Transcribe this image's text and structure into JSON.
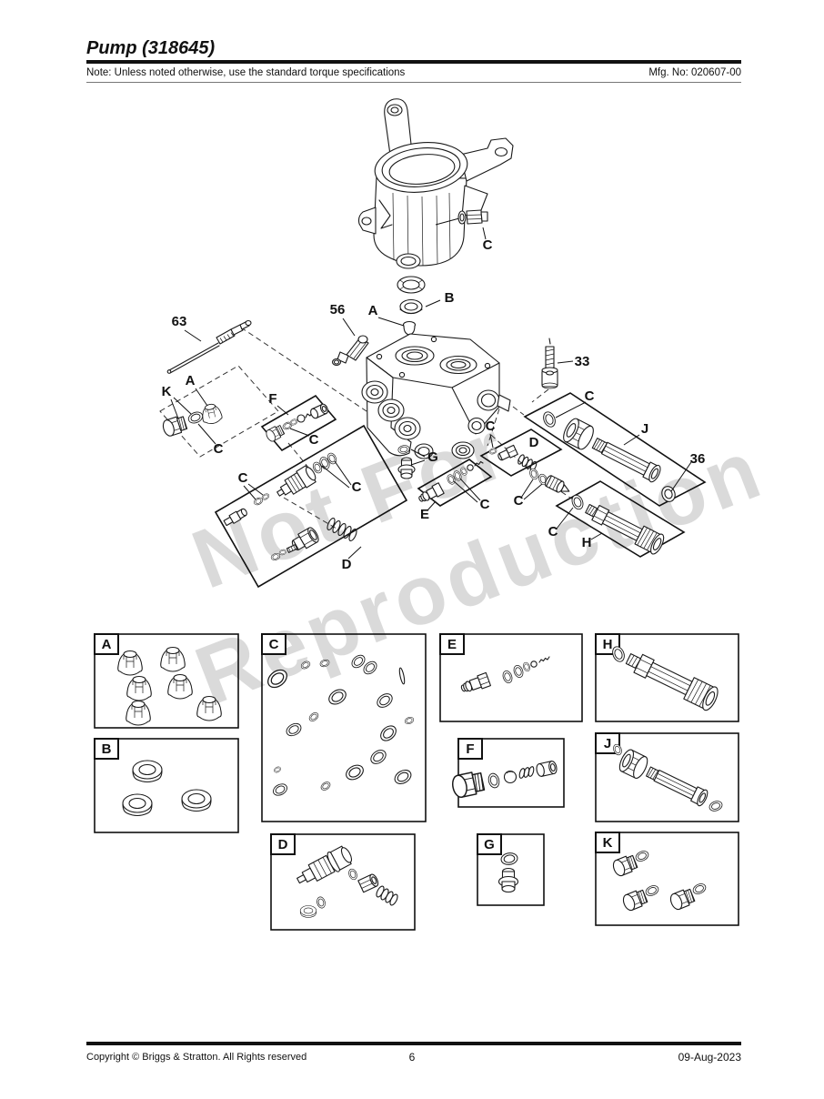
{
  "header": {
    "title": "Pump (318645)",
    "note": "Note: Unless noted otherwise, use the standard torque specifications",
    "mfg_no": "Mfg. No: 020607-00"
  },
  "watermark": {
    "line1": "Not For",
    "line2": "Reproduction"
  },
  "diagram": {
    "labels": {
      "a": "A",
      "b": "B",
      "c": "C",
      "d": "D",
      "e": "E",
      "f": "F",
      "g": "G",
      "h": "H",
      "j": "J",
      "k": "K",
      "n33": "33",
      "n36": "36",
      "n56": "56",
      "n63": "63"
    }
  },
  "detail_boxes": [
    {
      "id": "A",
      "label": "A"
    },
    {
      "id": "B",
      "label": "B"
    },
    {
      "id": "C",
      "label": "C"
    },
    {
      "id": "D",
      "label": "D"
    },
    {
      "id": "E",
      "label": "E"
    },
    {
      "id": "F",
      "label": "F"
    },
    {
      "id": "G",
      "label": "G"
    },
    {
      "id": "H",
      "label": "H"
    },
    {
      "id": "J",
      "label": "J"
    },
    {
      "id": "K",
      "label": "K"
    }
  ],
  "footer": {
    "copyright": "Copyright ©  Briggs & Stratton. All Rights reserved",
    "page": "6",
    "date": "09-Aug-2023"
  }
}
